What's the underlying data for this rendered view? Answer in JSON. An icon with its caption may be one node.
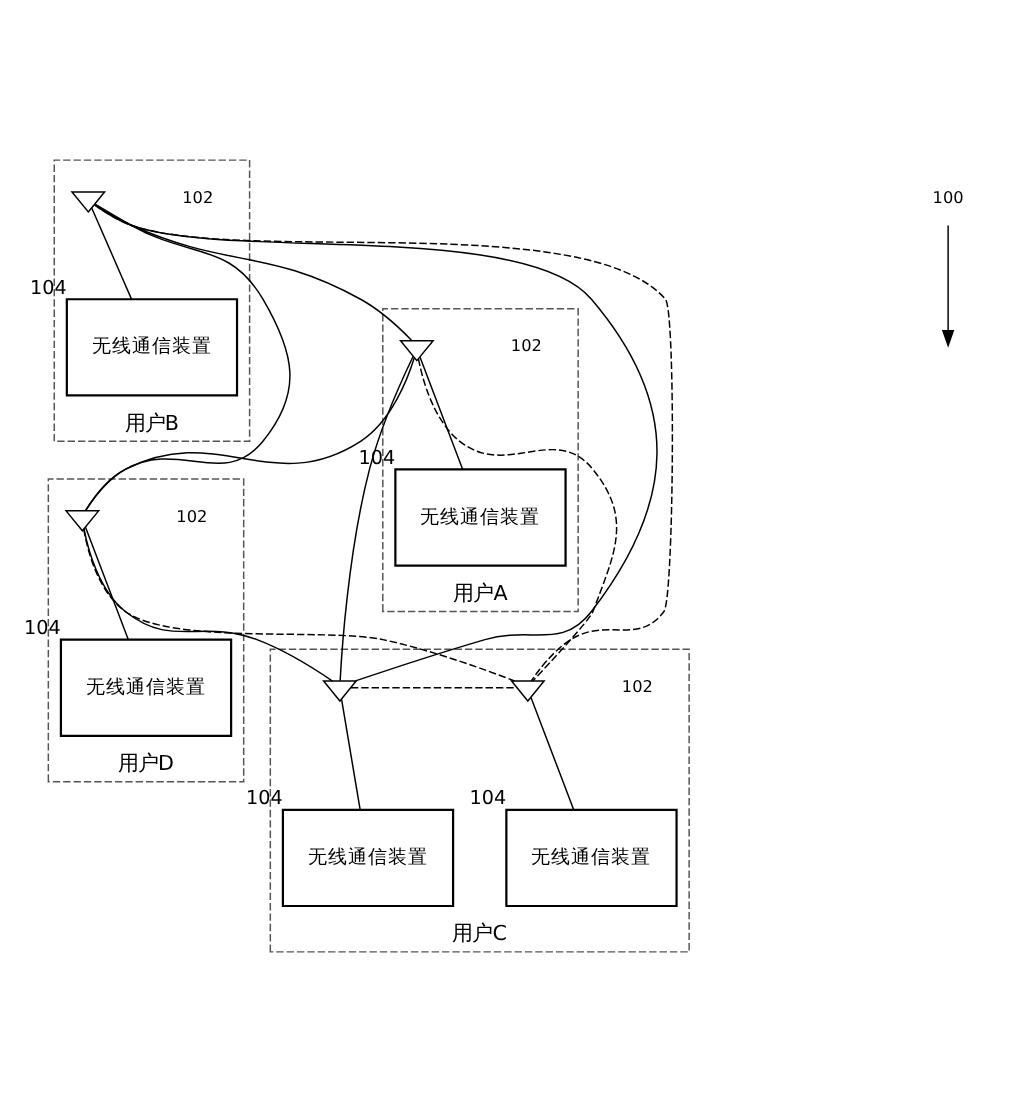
{
  "diagram": {
    "nodes": [
      {
        "text": [
          "用户B"
        ],
        "beside": [
          "102"
        ]
      },
      {
        "text": [],
        "shape": "antenna",
        "in": 0
      },
      {
        "text": [
          "无线通信装置"
        ],
        "beside": [
          "104"
        ],
        "in": 0
      },
      {
        "text": [
          "用户A"
        ],
        "beside": [
          "102"
        ]
      },
      {
        "text": [],
        "shape": "antenna",
        "in": 3
      },
      {
        "text": [
          "无线通信装置"
        ],
        "beside": [
          "104"
        ],
        "in": 3
      },
      {
        "text": [
          "用户D"
        ],
        "beside": [
          "102"
        ]
      },
      {
        "text": [],
        "shape": "antenna",
        "in": 6
      },
      {
        "text": [
          "无线通信装置"
        ],
        "beside": [
          "104"
        ],
        "in": 6
      },
      {
        "text": [
          "用户C"
        ],
        "beside": [
          "102"
        ]
      },
      {
        "text": [],
        "shape": "antenna",
        "in": 9
      },
      {
        "text": [],
        "shape": "antenna",
        "in": 9
      },
      {
        "text": [
          "无线通信装置"
        ],
        "beside": [
          "104"
        ],
        "in": 9
      },
      {
        "text": [
          "无线通信装置"
        ],
        "beside": [
          "104"
        ],
        "in": 9
      },
      {
        "text": [
          "100"
        ]
      }
    ],
    "edges": [
      {
        "from": 1,
        "to": 2,
        "arrow": "none"
      },
      {
        "from": 4,
        "to": 5,
        "arrow": "none"
      },
      {
        "from": 7,
        "to": 8,
        "arrow": "none"
      },
      {
        "from": 10,
        "to": 12,
        "arrow": "none"
      },
      {
        "from": 11,
        "to": 13,
        "arrow": "none"
      },
      {
        "from": 1,
        "to": 4,
        "arrow": "none"
      },
      {
        "from": 1,
        "to": 7,
        "arrow": "none"
      },
      {
        "from": 1,
        "to": 10,
        "arrow": "none"
      },
      {
        "from": 1,
        "to": 11,
        "arrow": "none",
        "style": "dashed"
      },
      {
        "from": 4,
        "to": 7,
        "arrow": "none"
      },
      {
        "from": 4,
        "to": 10,
        "arrow": "none"
      },
      {
        "from": 4,
        "to": 11,
        "arrow": "none",
        "style": "dashed"
      },
      {
        "from": 7,
        "to": 10,
        "arrow": "none"
      },
      {
        "from": 7,
        "to": 11,
        "arrow": "none",
        "style": "dashed"
      },
      {
        "from": 10,
        "to": 11,
        "arrow": "none",
        "style": "dashed"
      },
      {
        "from": 14,
        "to": null,
        "arrow": "to"
      }
    ]
  }
}
